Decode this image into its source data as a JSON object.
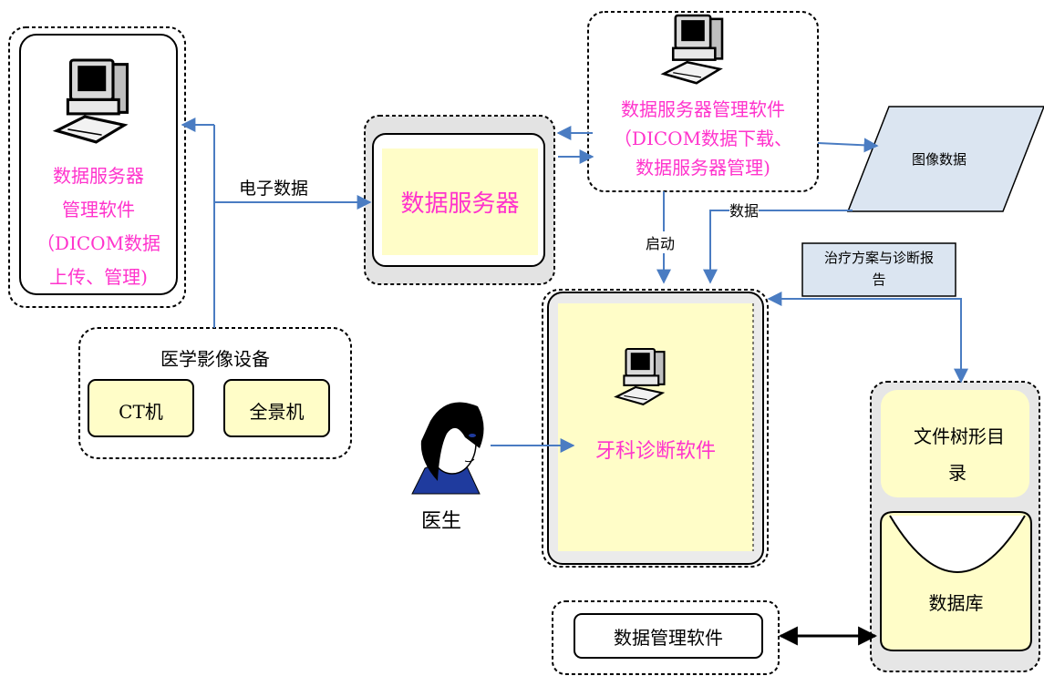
{
  "left_box": {
    "lines": [
      "数据服务器",
      "管理软件",
      "（DICOM数据",
      "上传、管理)"
    ]
  },
  "edge_electronic": "电子数据",
  "data_server": "数据服务器",
  "top_mgmt": {
    "lines": [
      "数据服务器管理软件",
      "（DICOM数据下载、",
      "数据服务器管理)"
    ]
  },
  "image_data": "图像数据",
  "edge_data": "数据",
  "edge_start": "启动",
  "treatment": {
    "lines": [
      "治疗方案与诊断报",
      "告"
    ]
  },
  "devices": {
    "title": "医学影像设备",
    "ct": "CT机",
    "panorama": "全景机"
  },
  "doctor": "医生",
  "dental": "牙科诊断软件",
  "file_tree": {
    "lines": [
      "文件树形目",
      "录"
    ]
  },
  "database": "数据库",
  "data_mgmt": "数据管理软件",
  "colors": {
    "magenta": "#ff33cc",
    "yellow": "#fffdc8",
    "blue_line": "#4a7cc2",
    "parallelogram": "#dbe5f1"
  }
}
